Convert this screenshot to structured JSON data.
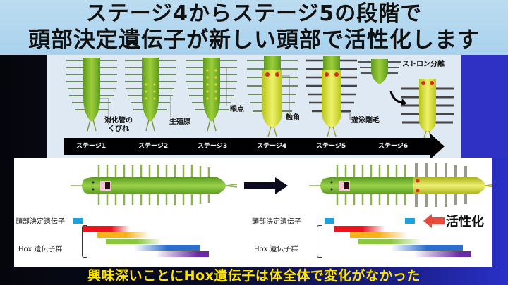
{
  "title": {
    "line1": "ステージ4からステージ5の段階で",
    "line2": "頭部決定遺伝子が新しい頭部で活性化します"
  },
  "top_figure": {
    "stages": [
      {
        "label": "ステージ1",
        "annotation": "消化管の\nくびれ"
      },
      {
        "label": "ステージ2",
        "annotation": "生殖腺"
      },
      {
        "label": "ステージ3",
        "annotation": "眼点"
      },
      {
        "label": "ステージ4",
        "annotation": "触角"
      },
      {
        "label": "ステージ5",
        "annotation": "遊泳剛毛"
      },
      {
        "label": "ステージ6",
        "annotation": "ストロン分離"
      }
    ],
    "annotations": {
      "a1_line1": "消化管の",
      "a1_line2": "くびれ",
      "a2": "生殖腺",
      "a3": "眼点",
      "a4": "触角",
      "a5": "遊泳剛毛",
      "a6": "ストロン分離"
    }
  },
  "bottom_figure": {
    "left": {
      "head_gene_label": "頭部決定遺伝子",
      "hox_label": "Hox 遺伝子群"
    },
    "right": {
      "head_gene_label": "頭部決定遺伝子",
      "hox_label": "Hox 遺伝子群",
      "activation_label": "活性化"
    },
    "colors": {
      "head_gene": "#1aa3e0",
      "hox_red": "#e8141e",
      "hox_orange": "#f7b21a",
      "hox_green": "#8cc63f",
      "hox_blue": "#2a6fcf",
      "hox_purple": "#6a2aa8",
      "activation_arrow": "#e84a3c"
    }
  },
  "caption": "興味深いことにHox遺伝子は体全体で変化がなかった"
}
